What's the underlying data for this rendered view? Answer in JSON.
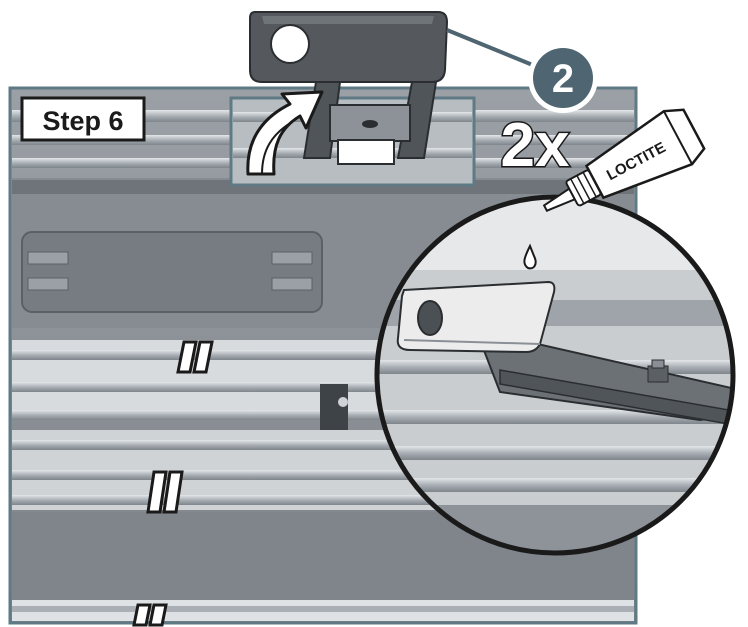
{
  "step_label": "Step 6",
  "callout_number": "2",
  "quantity_label": "2x",
  "tube_label": "LOCTITE",
  "colors": {
    "panel": "#8a9096",
    "panel_dark": "#5e6368",
    "frame_border": "#5f7a85",
    "callout_fill": "#4f6672",
    "rail": "#b9bec3",
    "white": "#ffffff",
    "ink": "#1a1a1a"
  },
  "icons": [
    "curved-arrow-icon",
    "loctite-tube-icon",
    "glue-drop-icon"
  ]
}
